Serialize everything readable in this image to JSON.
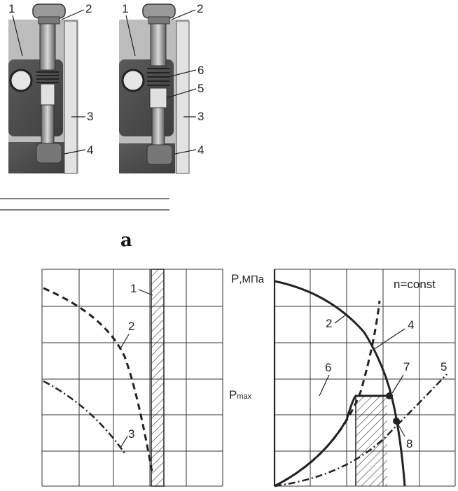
{
  "figure_a": {
    "caption": "а",
    "left_view": {
      "callouts": [
        "1",
        "2",
        "3",
        "4"
      ]
    },
    "right_view": {
      "callouts": [
        "1",
        "2",
        "6",
        "5",
        "3",
        "4"
      ]
    }
  },
  "chart_left": {
    "callouts": [
      "1",
      "2",
      "3"
    ]
  },
  "chart_right": {
    "axis_label": "P,МПа",
    "axis_label_main": "P",
    "axis_label_unit": ",МПа",
    "annotation": "n=const",
    "pmax_main": "P",
    "pmax_sub": "max",
    "callouts": [
      "2",
      "4",
      "7",
      "5",
      "6",
      "8"
    ]
  },
  "colors": {
    "ink": "#222222",
    "metal_dark": "#4a4a4a",
    "metal_mid": "#8a8a8a",
    "metal_light": "#cfcfcf",
    "grid": "#333333"
  }
}
